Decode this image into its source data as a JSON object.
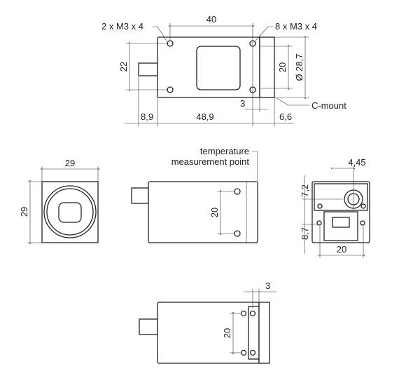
{
  "top_view": {
    "hole_label_left": "2 x M3 x 4",
    "hole_label_right": "8 x M3 x 4",
    "dim_hole_spacing": "40",
    "dim_height_holes": "22",
    "dim_front_holes": "20",
    "dim_diameter": "Ø 28,7",
    "dim_offset": "3",
    "mount_label": "C-mount",
    "dim_connector": "8,9",
    "dim_body": "48,9",
    "dim_mount": "6,6"
  },
  "front_view": {
    "dim_width": "29",
    "dim_height": "29"
  },
  "side_view": {
    "temp_label_line1": "temperature",
    "temp_label_line2": "measurement point",
    "dim_holes": "20"
  },
  "rear_view": {
    "dim_connector_offset": "4,45",
    "dim_connector_height": "7,2",
    "dim_rj45_height": "8,7",
    "dim_rj45_width": "20"
  },
  "bottom_view": {
    "dim_offset": "3",
    "dim_holes": "20"
  }
}
